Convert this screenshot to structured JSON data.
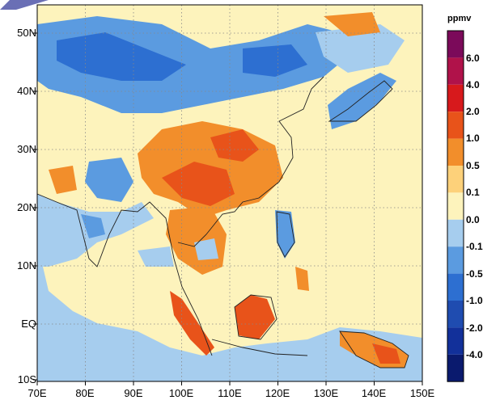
{
  "map": {
    "lat_labels": [
      "50N",
      "40N",
      "30N",
      "20N",
      "10N",
      "EQ",
      "10S"
    ],
    "lon_labels": [
      "70E",
      "80E",
      "90E",
      "100E",
      "110E",
      "120E",
      "130E",
      "140E",
      "150E"
    ]
  },
  "colorbar": {
    "title": "ppmv",
    "labels": [
      "6.0",
      "4.0",
      "2.0",
      "1.0",
      "0.5",
      "0.1",
      "0.0",
      "-0.1",
      "-0.5",
      "-1.0",
      "-2.0",
      "-4.0"
    ],
    "colors": [
      "#7b0a5a",
      "#b0124a",
      "#d7191c",
      "#e8531a",
      "#f28e2b",
      "#fdd17a",
      "#fdf3bc",
      "#a6cdee",
      "#5b9be0",
      "#2d6fd1",
      "#1f4cb0",
      "#12309a",
      "#0a1a6e"
    ]
  },
  "palette": {
    "background_neutral": "#fdf3bc",
    "light_blue": "#a6cdee",
    "mid_blue": "#5b9be0",
    "dark_blue": "#2d6fd1",
    "light_orange": "#fdd17a",
    "orange": "#f28e2b",
    "red_orange": "#e8531a"
  }
}
